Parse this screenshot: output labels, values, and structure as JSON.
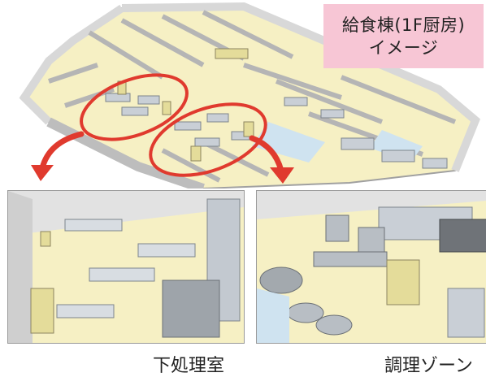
{
  "title": {
    "line1": "給食棟(1F厨房)",
    "line2": "イメージ"
  },
  "captions": {
    "left": "下処理室",
    "right": "調理ゾーン"
  },
  "colors": {
    "floor": "#f6f0c4",
    "wall": "#e6e6e6",
    "wall_shadow": "#9c9c9c",
    "highlight_ring": "#e03a2e",
    "label_bg": "#f7c6d5",
    "equipment_yellow": "#e4dc9a",
    "steel": "#c9cfd6",
    "blue_floor": "#cfe3f0"
  },
  "icons": [
    "red-arrow-left-icon",
    "red-arrow-right-icon"
  ]
}
